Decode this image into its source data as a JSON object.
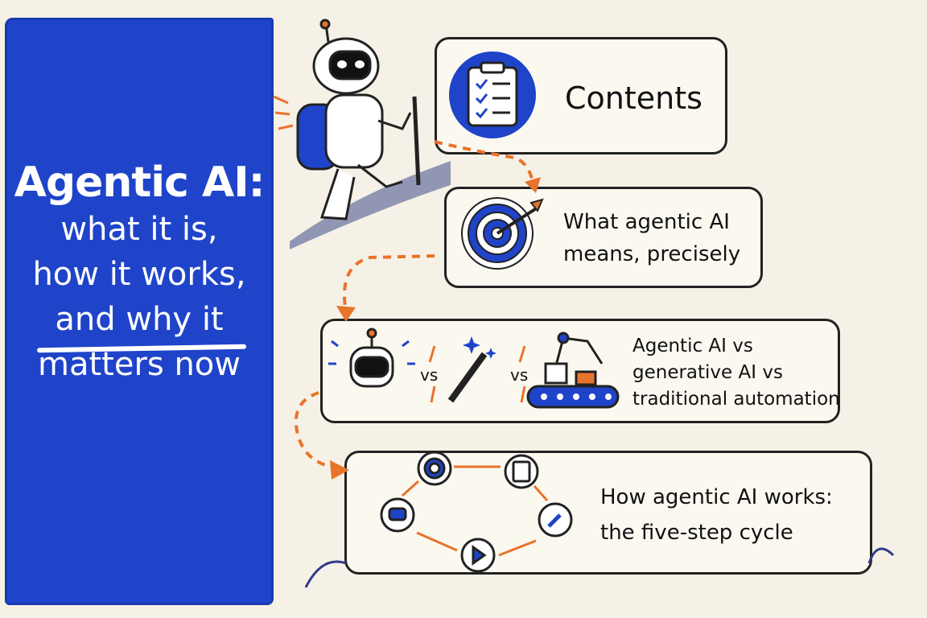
{
  "title": {
    "main": "Agentic AI:",
    "lines": [
      "what it is,",
      "how it works,",
      "and why it",
      "matters now"
    ]
  },
  "cards": [
    {
      "label": "Contents"
    },
    {
      "lines": [
        "What agentic AI",
        "means, precisely"
      ]
    },
    {
      "lines": [
        "Agentic AI vs",
        "generative AI vs",
        "traditional automation"
      ],
      "vs": "vs"
    },
    {
      "lines": [
        "How agentic AI works:",
        "the five-step cycle"
      ]
    }
  ],
  "colors": {
    "blue": "#1f44c9",
    "orange": "#e8732a",
    "ink": "#222222",
    "paper": "#f6f1e6"
  },
  "icons": [
    "robot-hiker-icon",
    "clipboard-icon",
    "target-icon",
    "robot-icon",
    "magic-wand-icon",
    "robot-arm-icon",
    "conveyor-belt-icon",
    "cycle-icon"
  ]
}
